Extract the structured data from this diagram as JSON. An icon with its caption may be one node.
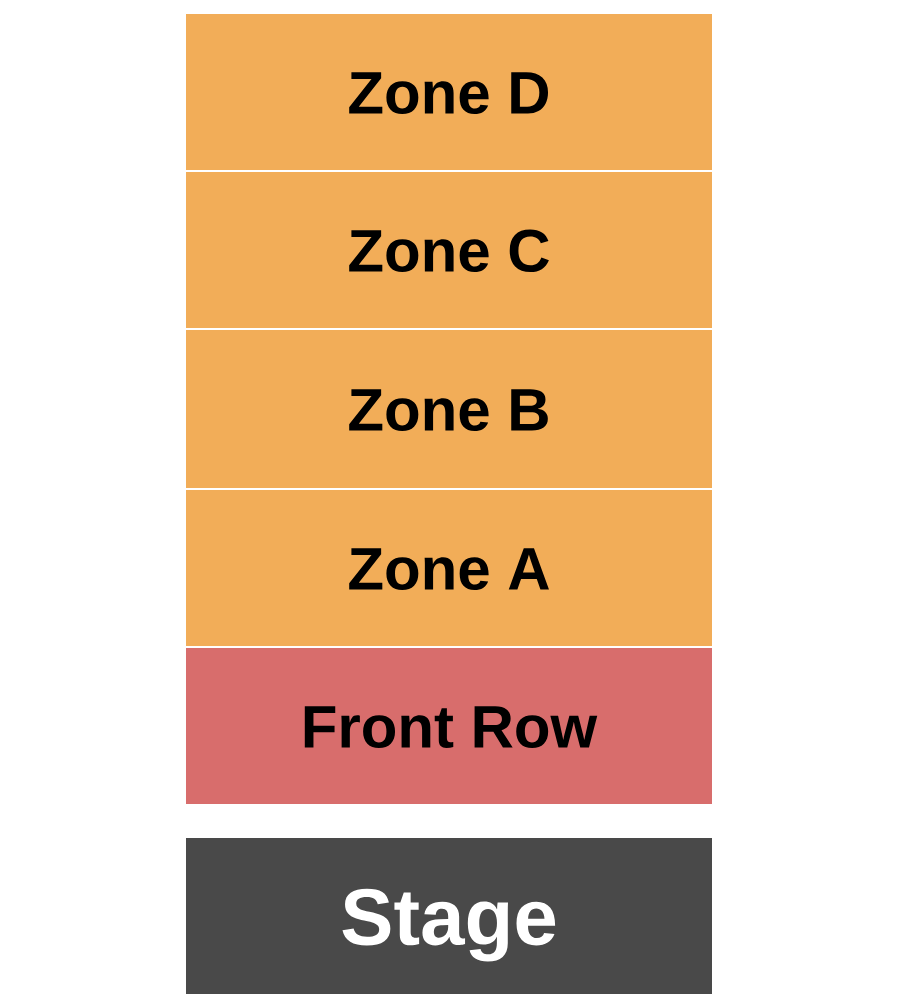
{
  "diagram": {
    "nodes": [
      {
        "text": [
          "Zone D"
        ]
      },
      {
        "text": [
          "Zone C"
        ]
      },
      {
        "text": [
          "Zone B"
        ]
      },
      {
        "text": [
          "Zone A"
        ]
      },
      {
        "text": [
          "Front Row"
        ]
      },
      {
        "text": [
          "Stage"
        ]
      }
    ]
  }
}
